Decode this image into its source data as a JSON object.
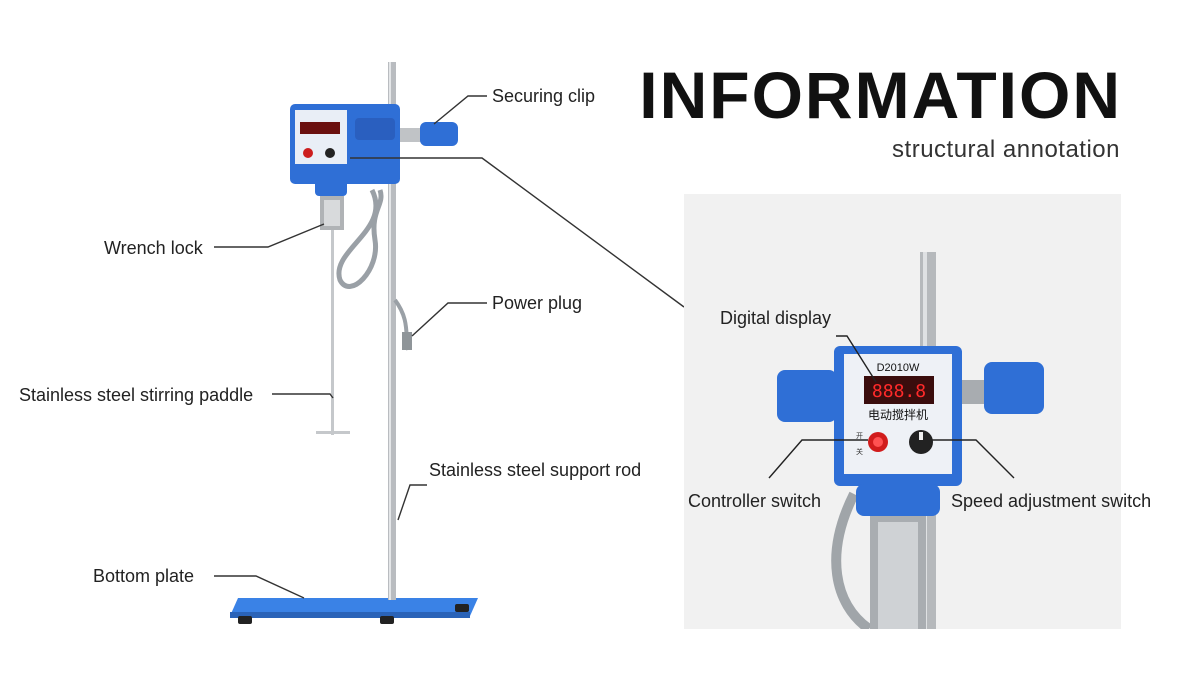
{
  "header": {
    "title": "INFORMATION",
    "subtitle": "structural annotation"
  },
  "labels": {
    "securing_clip": "Securing clip",
    "wrench_lock": "Wrench lock",
    "power_plug": "Power plug",
    "stirring_paddle": "Stainless steel stirring paddle",
    "support_rod": "Stainless steel support rod",
    "bottom_plate": "Bottom plate",
    "digital_display": "Digital display",
    "controller_switch": "Controller switch",
    "speed_switch": "Speed adjustment switch"
  },
  "device": {
    "model": "D2010W",
    "display_value": "888.8",
    "chinese_label": "电动搅拌机",
    "switch_on": "开",
    "switch_off": "关"
  },
  "colors": {
    "device_blue": "#2f6fd6",
    "plate_blue": "#3a82e6",
    "steel": "#b9bcc0",
    "display_red": "#ff2a2a"
  }
}
